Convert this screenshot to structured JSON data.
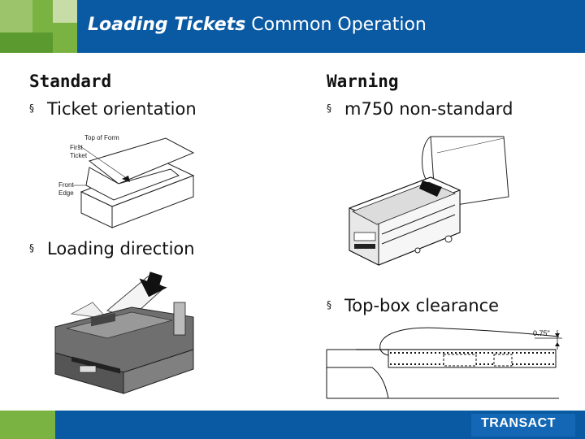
{
  "slide": {
    "title_bold": "Loading Tickets",
    "title_rest": " Common Operation"
  },
  "left": {
    "heading": "Standard",
    "bullets": [
      "Ticket orientation",
      "Loading direction"
    ],
    "figure1_labels": [
      "Top of Form",
      "First",
      "Ticket",
      "Front",
      "Edge"
    ]
  },
  "right": {
    "heading": "Warning",
    "bullets": [
      "m750 non-standard",
      "Top-box clearance"
    ],
    "clearance_label": "0.75\""
  },
  "bullet_glyph": "§",
  "footer": {
    "brand": "TRANSACT"
  },
  "colors": {
    "header_blue": "#0a5aa3",
    "accent_green": "#7ab341",
    "light_green": "#c8dca8"
  }
}
